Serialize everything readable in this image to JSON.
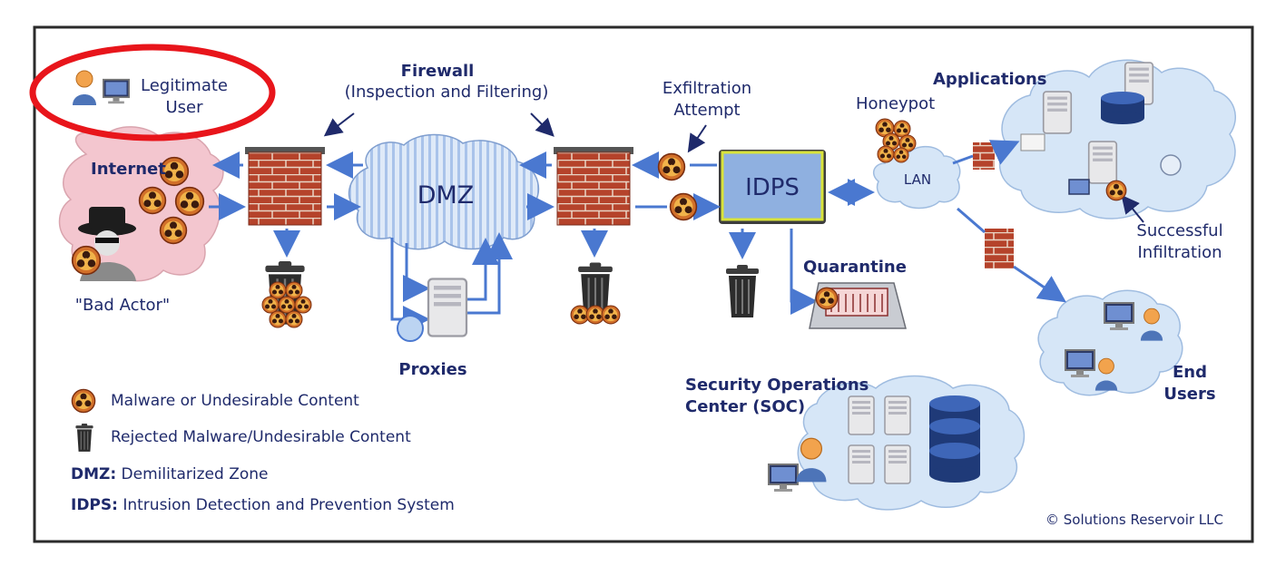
{
  "labels": {
    "legitimate_user": [
      "Legitimate",
      "User"
    ],
    "firewall_title": "Firewall",
    "firewall_sub": "(Inspection and Filtering)",
    "exfiltration": [
      "Exfiltration",
      "Attempt"
    ],
    "honeypot": "Honeypot",
    "applications": "Applications",
    "internet": "Internet",
    "dmz": "DMZ",
    "idps": "IDPS",
    "lan": "LAN",
    "successful_infiltration": [
      "Successful",
      "Infiltration"
    ],
    "quarantine": "Quarantine",
    "bad_actor": "\"Bad Actor\"",
    "proxies": "Proxies",
    "soc": [
      "Security Operations",
      "Center (SOC)"
    ],
    "end_users": [
      "End",
      "Users"
    ],
    "copyright": "© Solutions Reservoir LLC"
  },
  "legend": {
    "malware": "Malware or Undesirable Content",
    "rejected": "Rejected Malware/Undesirable Content",
    "dmz_term": "DMZ:",
    "dmz_def": " Demilitarized Zone",
    "idps_term": "IDPS:",
    "idps_def": " Intrusion Detection and Prevention System"
  },
  "colors": {
    "text": "#1f2a6b",
    "arrow": "#4a78d0",
    "highlight_ellipse": "#e8151b",
    "cloud_blue": "#d6e6f7",
    "cloud_internet": "#f3c6cf",
    "brick": "#b5432b",
    "idps_fill": "#8fb0e0",
    "idps_border": "#d9e33a"
  },
  "icons": [
    "biohazard-icon",
    "trash-can-icon",
    "firewall-icon",
    "server-icon",
    "database-icon",
    "user-icon",
    "monitor-icon",
    "hacker-icon"
  ]
}
